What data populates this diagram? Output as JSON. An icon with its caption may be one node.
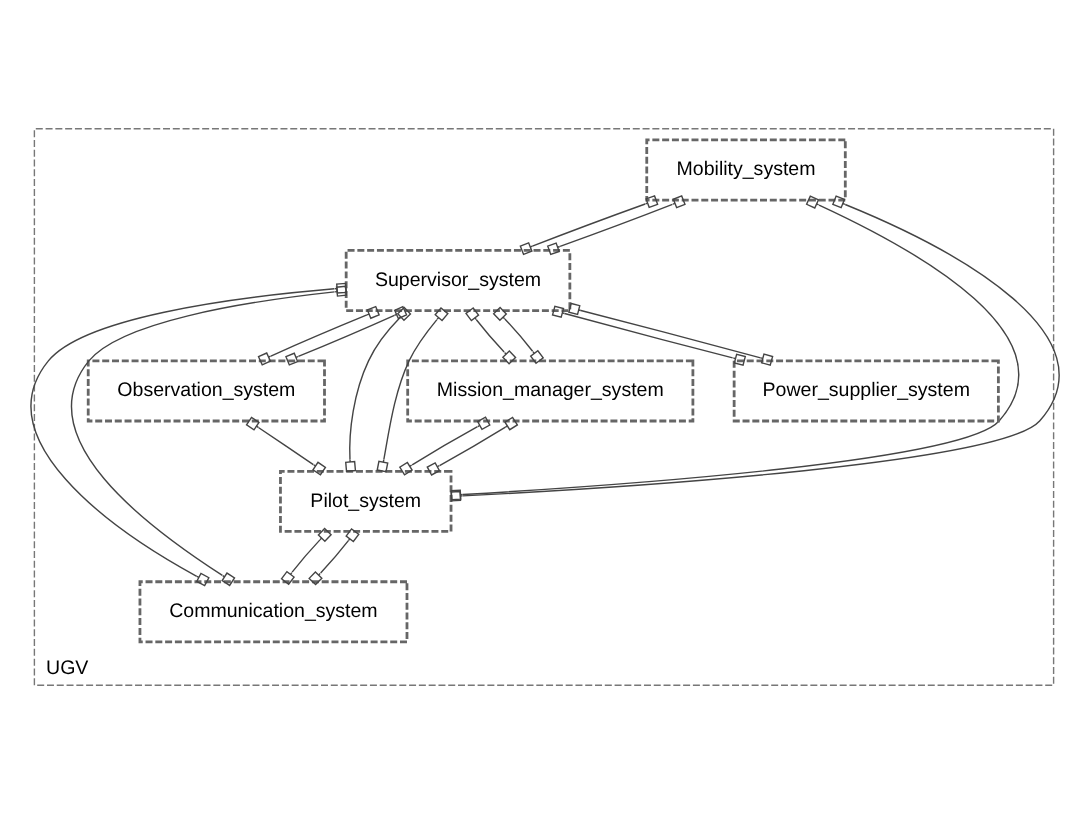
{
  "diagram": {
    "nodes": [
      {
        "text": [
          "UGV"
        ]
      },
      {
        "text": [
          "Mobility_system"
        ],
        "in": 0
      },
      {
        "text": [
          "Power_supplier_system"
        ],
        "in": 0
      },
      {
        "text": [
          "Observation_system"
        ],
        "in": 0
      },
      {
        "text": [
          "Supervisor_system"
        ],
        "in": 0
      },
      {
        "text": [
          "Communication_system"
        ],
        "in": 0
      },
      {
        "text": [
          "Pilot_system"
        ],
        "in": 0
      },
      {
        "text": [
          "Mission_manager_system"
        ],
        "in": 0
      }
    ],
    "edges": [
      {
        "from": 2,
        "to": 4,
        "arrow": "other"
      },
      {
        "from": 4,
        "to": 2,
        "arrow": "other"
      },
      {
        "from": 1,
        "to": 4,
        "arrow": "other"
      },
      {
        "from": 4,
        "to": 1,
        "arrow": "other"
      },
      {
        "from": 4,
        "to": 3,
        "arrow": "other"
      },
      {
        "from": 3,
        "to": 4,
        "arrow": "other"
      },
      {
        "from": 3,
        "to": 6,
        "arrow": "other"
      },
      {
        "from": 4,
        "to": 5,
        "arrow": "other"
      },
      {
        "from": 5,
        "to": 4,
        "arrow": "other"
      },
      {
        "from": 4,
        "to": 6,
        "arrow": "other"
      },
      {
        "from": 6,
        "to": 4,
        "arrow": "other"
      },
      {
        "from": 6,
        "to": 5,
        "arrow": "other"
      },
      {
        "from": 5,
        "to": 6,
        "arrow": "other"
      },
      {
        "from": 7,
        "to": 6,
        "arrow": "other"
      },
      {
        "from": 6,
        "to": 7,
        "arrow": "other"
      },
      {
        "from": 7,
        "to": 4,
        "arrow": "other"
      },
      {
        "from": 4,
        "to": 7,
        "arrow": "other"
      },
      {
        "from": 1,
        "to": 6,
        "arrow": "other"
      },
      {
        "from": 6,
        "to": 1,
        "arrow": "other"
      }
    ]
  }
}
